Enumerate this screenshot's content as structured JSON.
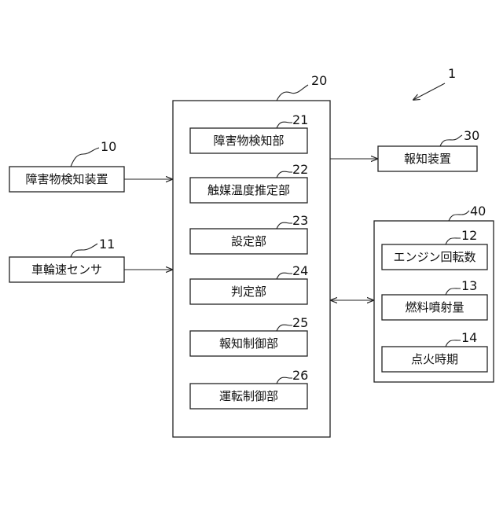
{
  "system_ref": "1",
  "controller": {
    "ref": "20"
  },
  "inputs": [
    {
      "ref": "10",
      "label": "障害物検知装置"
    },
    {
      "ref": "11",
      "label": "車輪速センサ"
    }
  ],
  "notify_device": {
    "ref": "30",
    "label": "報知装置"
  },
  "modules": [
    {
      "ref": "21",
      "label": "障害物検知部"
    },
    {
      "ref": "22",
      "label": "触媒温度推定部"
    },
    {
      "ref": "23",
      "label": "設定部"
    },
    {
      "ref": "24",
      "label": "判定部"
    },
    {
      "ref": "25",
      "label": "報知制御部"
    },
    {
      "ref": "26",
      "label": "運転制御部"
    }
  ],
  "engine": {
    "ref": "40",
    "items": [
      {
        "ref": "12",
        "label": "エンジン回転数"
      },
      {
        "ref": "13",
        "label": "燃料噴射量"
      },
      {
        "ref": "14",
        "label": "点火時期"
      }
    ]
  }
}
